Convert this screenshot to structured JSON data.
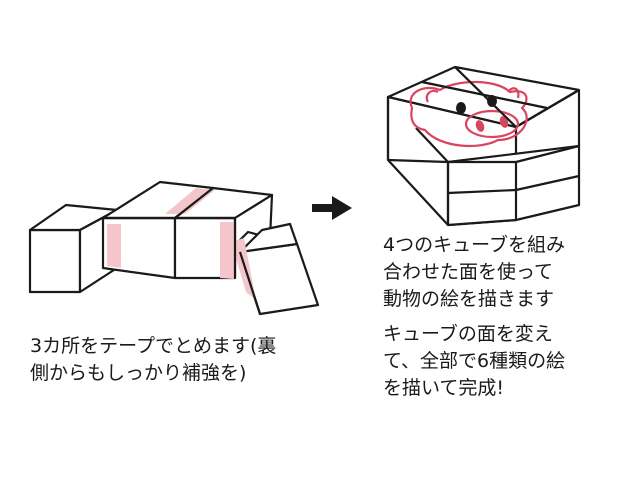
{
  "colors": {
    "line": "#1a1a1a",
    "tape": "#f4c6cc",
    "pig_line": "#d9455f",
    "background": "#ffffff"
  },
  "captions": {
    "tape_instruction": [
      "3カ所をテープでとめます(裏",
      "側からもしっかり補強を)"
    ],
    "assembled_instruction": [
      "4つのキューブを組み",
      "合わせた面を使って",
      "動物の絵を描きます"
    ],
    "rotate_instruction": [
      "キューブの面を変え",
      "て、全部で6種類の絵",
      "を描いて完成!"
    ]
  },
  "icons": [
    "arrow-right-icon",
    "pig-face-icon"
  ]
}
